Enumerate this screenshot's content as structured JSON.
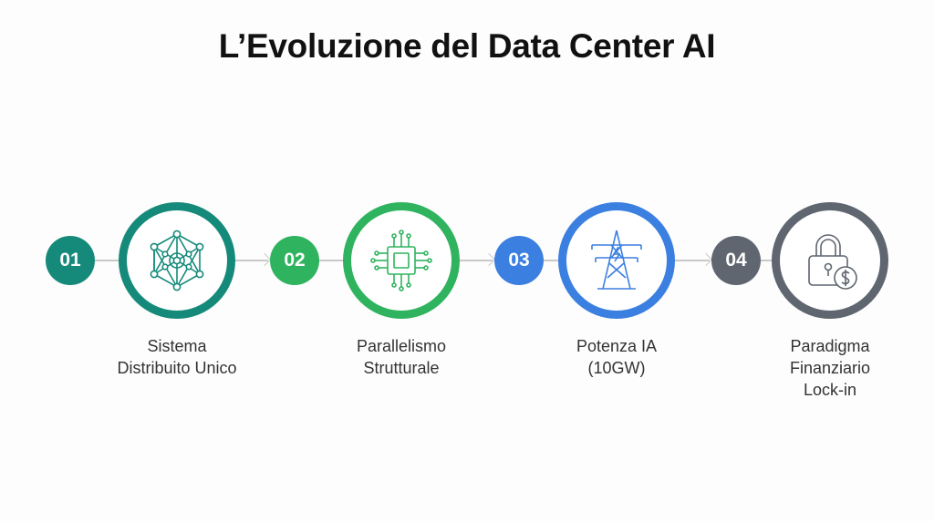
{
  "title": "L’Evoluzione del Data Center AI",
  "steps": [
    {
      "number": "01",
      "label_lines": [
        "Sistema",
        "Distribuito Unico"
      ],
      "icon": "network-mesh-icon",
      "color": "#168a7a"
    },
    {
      "number": "02",
      "label_lines": [
        "Parallelismo",
        "Strutturale"
      ],
      "icon": "chip-icon",
      "color": "#2fb35e"
    },
    {
      "number": "03",
      "label_lines": [
        "Potenza IA",
        "(10GW)"
      ],
      "icon": "power-tower-icon",
      "color": "#3b7fe0"
    },
    {
      "number": "04",
      "label_lines": [
        "Paradigma",
        "Finanziario",
        "Lock-in"
      ],
      "icon": "lock-dollar-icon",
      "color": "#5f6670"
    }
  ]
}
